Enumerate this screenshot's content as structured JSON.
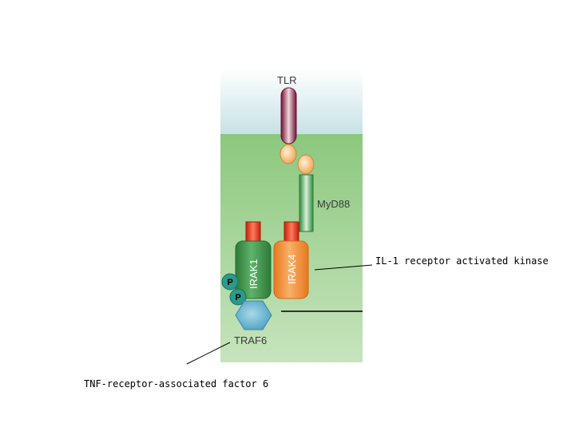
{
  "labels": {
    "tlr": "TLR",
    "myd88": "MyD88",
    "irak1": "IRAK1",
    "irak4": "IRAK4",
    "traf6": "TRAF6",
    "phospho_1": "P",
    "phospho_2": "P"
  },
  "annotations": {
    "irak": "IL-1 receptor activated kinase",
    "traf6": "TNF-receptor-associated factor 6"
  },
  "colors": {
    "extracellular": "#c6e1e4",
    "cytoplasm": "#8cc87e",
    "tlr": "#8a1a3c",
    "myd88": "#2e9a44",
    "irak1": "#3c8f46",
    "irak4": "#f0882e",
    "death_domain": "#e8341e",
    "traf6": "#6fb8d4",
    "phosphate": "#2a9a8a"
  }
}
